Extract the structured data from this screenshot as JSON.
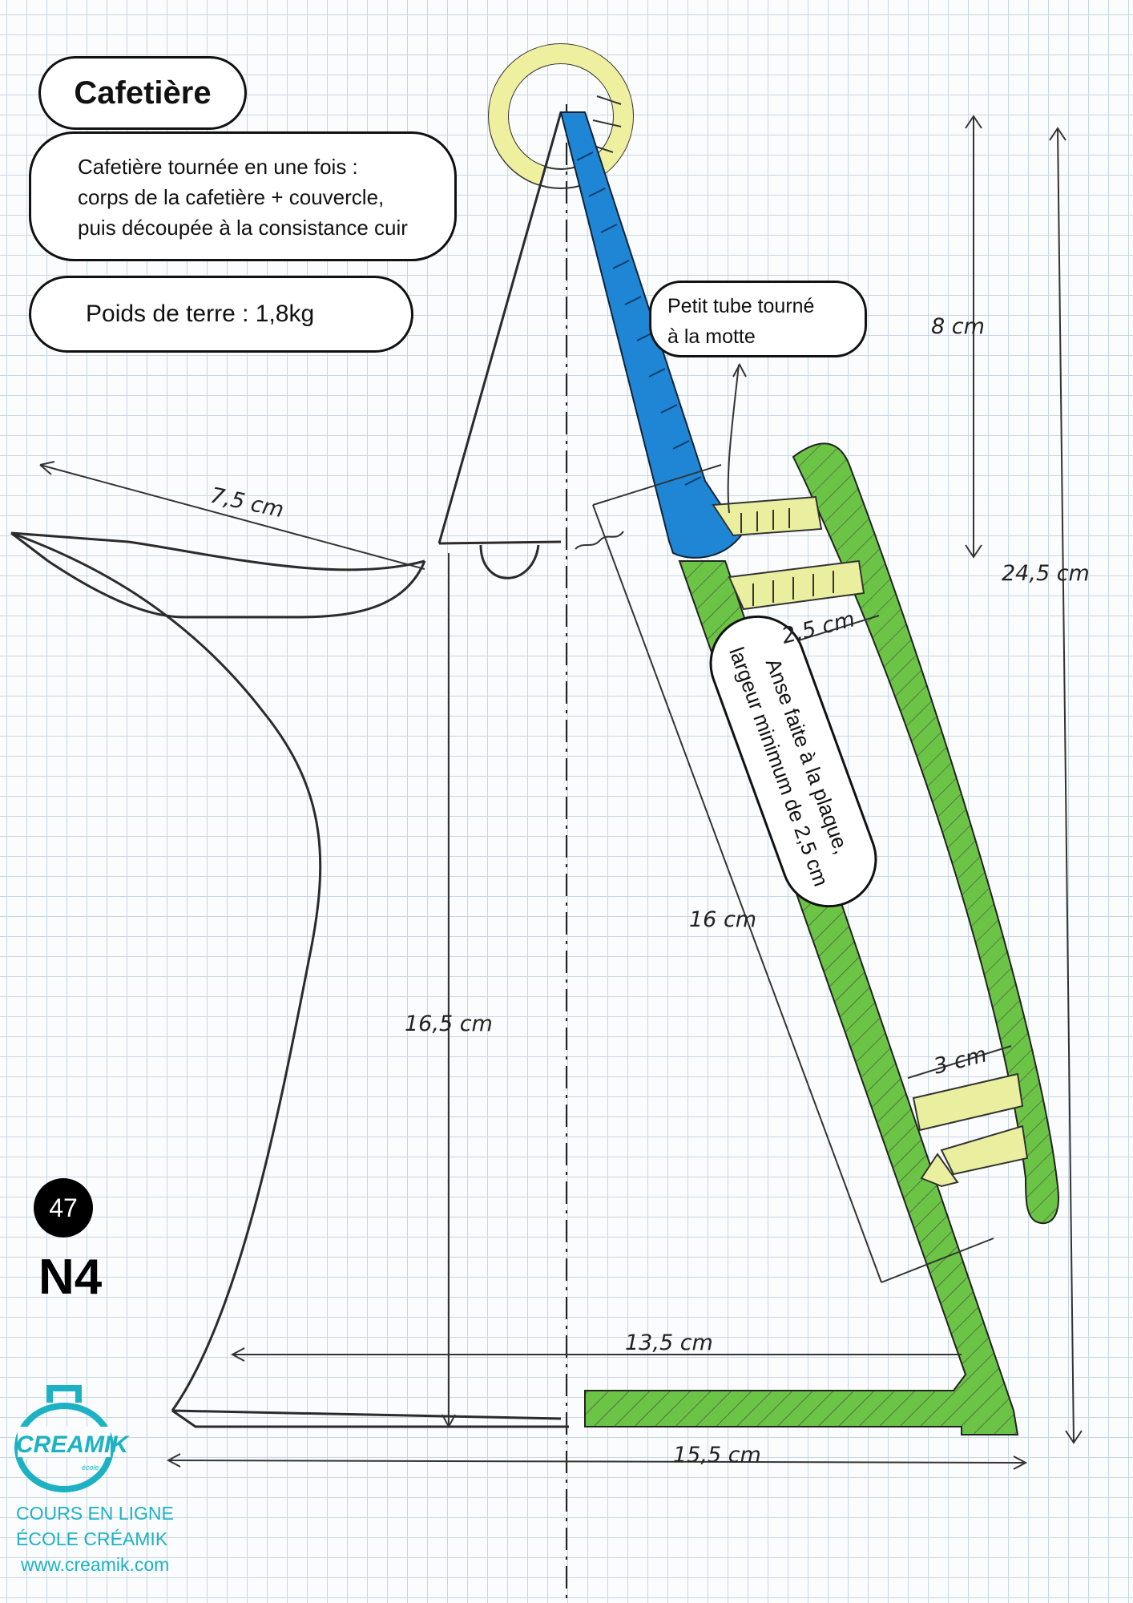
{
  "title": "Cafetière",
  "description": [
    "Cafetière tournée en une fois :",
    "corps de la cafetière + couvercle,",
    "puis découpée à la consistance cuir"
  ],
  "clay_weight": "Poids de terre : 1,8kg",
  "tube_note": [
    "Petit tube tourné",
    "à la motte"
  ],
  "handle_note": [
    "Anse faite à la plaque,",
    "largeur minimum de 2,5 cm"
  ],
  "dimensions": {
    "top_height": "8 cm",
    "total_height": "24,5 cm",
    "spout_length": "7,5 cm",
    "handle_gap_top": "2,5 cm",
    "side_length": "16 cm",
    "body_height": "16,5 cm",
    "handle_gap_bottom": "3 cm",
    "base_inner": "13,5 cm",
    "base_outer": "15,5 cm"
  },
  "page_number": "47",
  "level": "N4",
  "brand": {
    "logo_text": "CREAMIK",
    "logo_sub": "école",
    "color": "#1db2c3"
  },
  "footer": [
    "COURS EN LIGNE",
    "ÉCOLE CRÉAMIK",
    "www.creamik.com"
  ],
  "colors": {
    "knob": "#eef0a0",
    "lid_blue": "#1f86d6",
    "body_green": "#6cc446",
    "handle_link_yellow": "#e9ef9e",
    "outline": "#2b2b2b"
  }
}
